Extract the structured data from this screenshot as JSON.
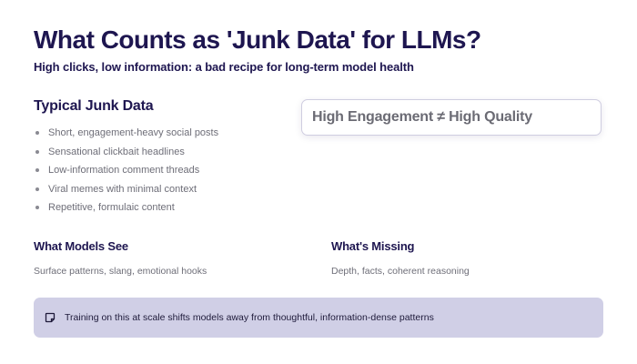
{
  "header": {
    "title": "What Counts as 'Junk Data' for LLMs?",
    "subtitle": "High clicks, low information: a bad recipe for long-term model health"
  },
  "typical": {
    "title": "Typical Junk Data",
    "items": [
      "Short, engagement-heavy social posts",
      "Sensational clickbait headlines",
      "Low-information comment threads",
      "Viral memes with minimal context",
      "Repetitive, formulaic content"
    ]
  },
  "callout": {
    "text": "High Engagement ≠ High Quality"
  },
  "columns": {
    "left": {
      "title": "What Models See",
      "text": "Surface patterns, slang, emotional hooks"
    },
    "right": {
      "title": "What's Missing",
      "text": "Depth, facts, coherent reasoning"
    }
  },
  "note": {
    "icon": "sticky-note-icon",
    "text": "Training on this at scale shifts models away from thoughtful, information-dense patterns"
  },
  "colors": {
    "heading": "#1e1650",
    "body_text": "#6e6e78",
    "note_background": "#d0cfe6"
  }
}
